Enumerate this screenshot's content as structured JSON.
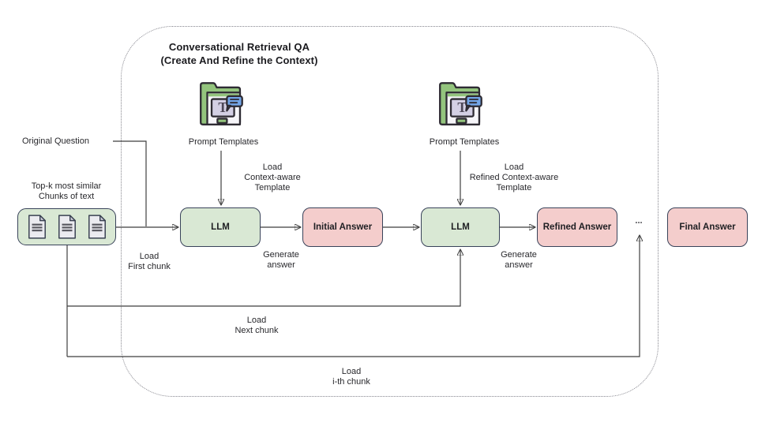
{
  "title": [
    "Conversational Retrieval QA",
    "(Create And Refine the Context)"
  ],
  "labels": {
    "original_question": "Original Question",
    "topk": [
      "Top-k most similar",
      "Chunks of text"
    ],
    "prompt_templates_left": "Prompt Templates",
    "prompt_templates_right": "Prompt Templates",
    "load_first_chunk": [
      "Load",
      "First chunk"
    ],
    "load_context_template": [
      "Load",
      "Context-aware",
      "Template"
    ],
    "load_refined_template": [
      "Load",
      "Refined Context-aware",
      "Template"
    ],
    "generate_answer_left": [
      "Generate",
      "answer"
    ],
    "generate_answer_right": [
      "Generate",
      "answer"
    ],
    "load_next_chunk": [
      "Load",
      "Next chunk"
    ],
    "load_ith_chunk": [
      "Load",
      "i-th chunk"
    ],
    "ellipsis": "..."
  },
  "nodes": {
    "llm_first": "LLM",
    "initial_answer": "Initial Answer",
    "llm_refine": "LLM",
    "refined_answer": "Refined Answer",
    "final_answer": "Final Answer"
  },
  "icons": {
    "prompt_templates": "folder-with-template-and-chat-bubble-icon",
    "chunk": "text-document-icon"
  },
  "colors": {
    "node_green": "#d9e8d4",
    "node_pink": "#f4cdcc",
    "node_border": "#39435a",
    "line": "#3f3f3f",
    "dotted_border": "#85858d",
    "icon_green": "#93c47d",
    "icon_lavender": "#d3cfe4",
    "icon_blue": "#74a6e8"
  }
}
